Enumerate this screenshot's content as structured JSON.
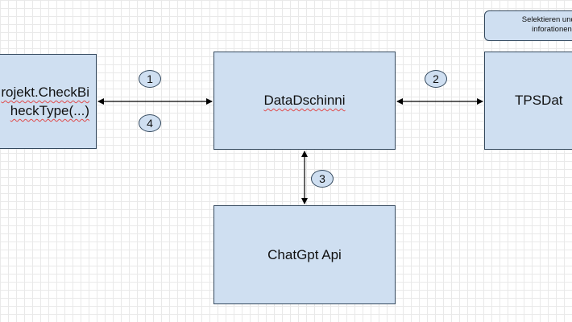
{
  "nodes": {
    "left": {
      "line1": "rojekt.CheckBi",
      "line2": "heckType(...)"
    },
    "center": {
      "label": "DataDschinni"
    },
    "bottom": {
      "label": "ChatGpt Api"
    },
    "right": {
      "label": "TPSDat"
    }
  },
  "note": {
    "line1": "Selektieren und F",
    "line2": "inforationen"
  },
  "badges": {
    "b1": "1",
    "b2": "2",
    "b3": "3",
    "b4": "4"
  }
}
